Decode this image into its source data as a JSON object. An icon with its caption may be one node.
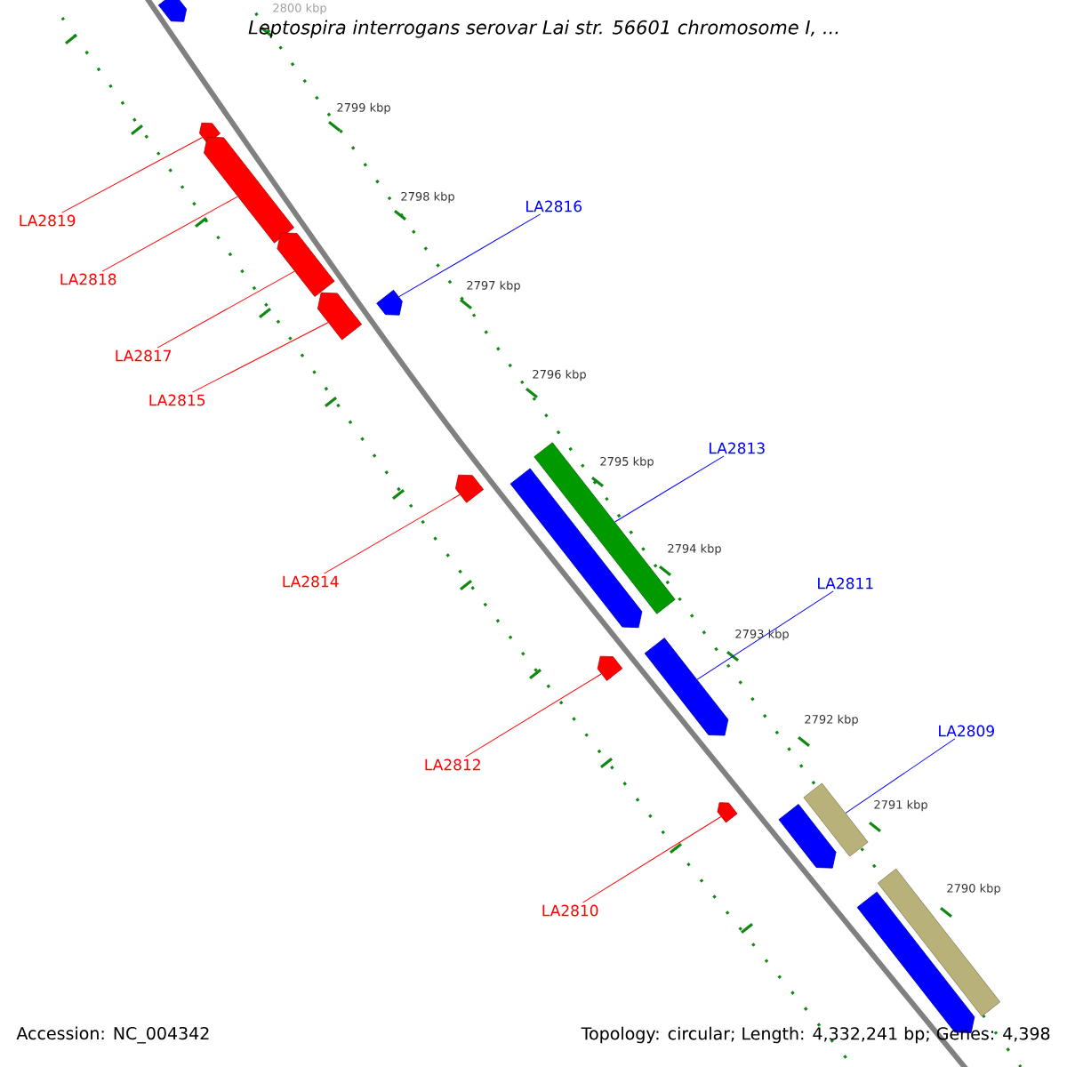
{
  "diagram": {
    "title": "Leptospira interrogans serovar Lai str. 56601 chromosome I, ...",
    "nodes": [
      {
        "text": [],
        "shape": "arrow"
      },
      {
        "text": [],
        "shape": "arrow"
      },
      {
        "text": [],
        "shape": "arrow"
      },
      {
        "text": [],
        "shape": "arrow"
      },
      {
        "text": [],
        "shape": "arrow"
      },
      {
        "text": [],
        "shape": "arrow"
      },
      {
        "text": [],
        "shape": "arrow"
      },
      {
        "text": [],
        "shape": "bar"
      },
      {
        "text": [],
        "shape": "arrow"
      },
      {
        "text": [],
        "shape": "arrow"
      },
      {
        "text": [],
        "shape": "arrow"
      },
      {
        "text": [],
        "shape": "arrow"
      },
      {
        "text": [],
        "shape": "bar"
      },
      {
        "text": [],
        "shape": "arrow"
      },
      {
        "text": [],
        "shape": "bar"
      },
      {
        "text": [],
        "shape": "arrow"
      },
      {
        "text": [
          "LA2816"
        ]
      },
      {
        "text": [
          "LA2819"
        ]
      },
      {
        "text": [
          "LA2818"
        ]
      },
      {
        "text": [
          "LA2817"
        ]
      },
      {
        "text": [
          "LA2815"
        ]
      },
      {
        "text": [
          "LA2813"
        ]
      },
      {
        "text": [
          "LA2814"
        ]
      },
      {
        "text": [
          "LA2811"
        ]
      },
      {
        "text": [
          "LA2809"
        ]
      },
      {
        "text": [
          "LA2812"
        ]
      },
      {
        "text": [
          "LA2810"
        ]
      }
    ],
    "edges": [
      {
        "from": 16,
        "to": 5,
        "arrow": "none",
        "color": "#0000ff"
      },
      {
        "from": 17,
        "to": 1,
        "arrow": "none"
      },
      {
        "from": 18,
        "to": 2,
        "arrow": "none"
      },
      {
        "from": 19,
        "to": 3,
        "arrow": "none"
      },
      {
        "from": 20,
        "to": 4,
        "arrow": "none"
      },
      {
        "from": 21,
        "to": 7,
        "arrow": "none",
        "color": "#0000ff"
      },
      {
        "from": 22,
        "to": 6,
        "arrow": "none"
      },
      {
        "from": 23,
        "to": 9,
        "arrow": "none",
        "color": "#0000ff"
      },
      {
        "from": 24,
        "to": 12,
        "arrow": "none",
        "color": "#0000ff"
      },
      {
        "from": 25,
        "to": 10,
        "arrow": "none"
      },
      {
        "from": 26,
        "to": 11,
        "arrow": "none"
      }
    ],
    "labels": [
      "2800 kbp",
      "2799 kbp",
      "2798 kbp",
      "2797 kbp",
      "2796 kbp",
      "2795 kbp",
      "2794 kbp",
      "2793 kbp",
      "2792 kbp",
      "2791 kbp",
      "2790 kbp",
      "Accession: NC_004342",
      "Topology: circular; Length: 4,332,241 bp; Genes: 4,398"
    ]
  }
}
